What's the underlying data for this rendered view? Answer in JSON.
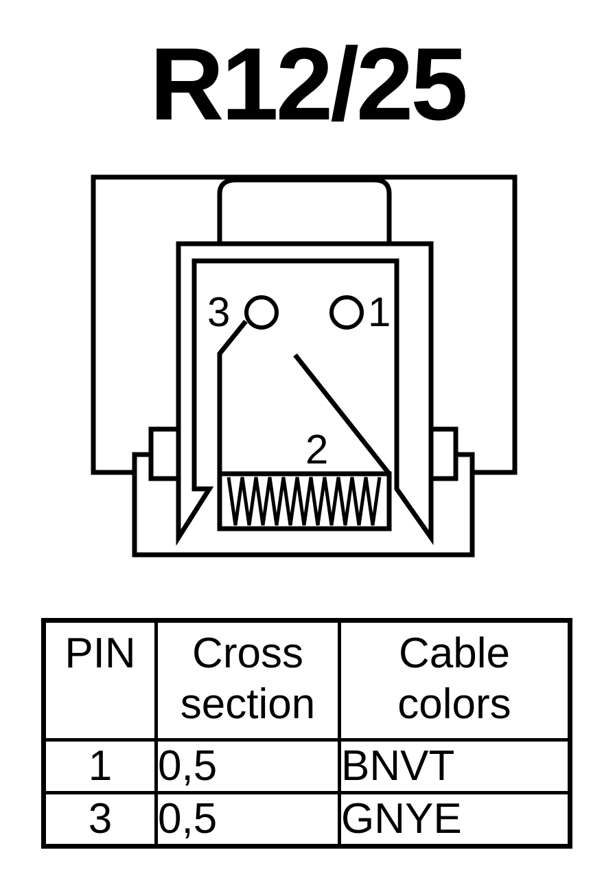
{
  "title": "R12/25",
  "diagram": {
    "pin_labels": [
      "3",
      "1",
      "2"
    ]
  },
  "table": {
    "headers": {
      "pin": "PIN",
      "cross_line1": "Cross",
      "cross_line2": "section",
      "color_line1": "Cable",
      "color_line2": "colors"
    },
    "rows": [
      {
        "pin": "1",
        "cross": "0,5",
        "color": "BNVT"
      },
      {
        "pin": "3",
        "cross": "0,5",
        "color": "GNYE"
      }
    ]
  }
}
